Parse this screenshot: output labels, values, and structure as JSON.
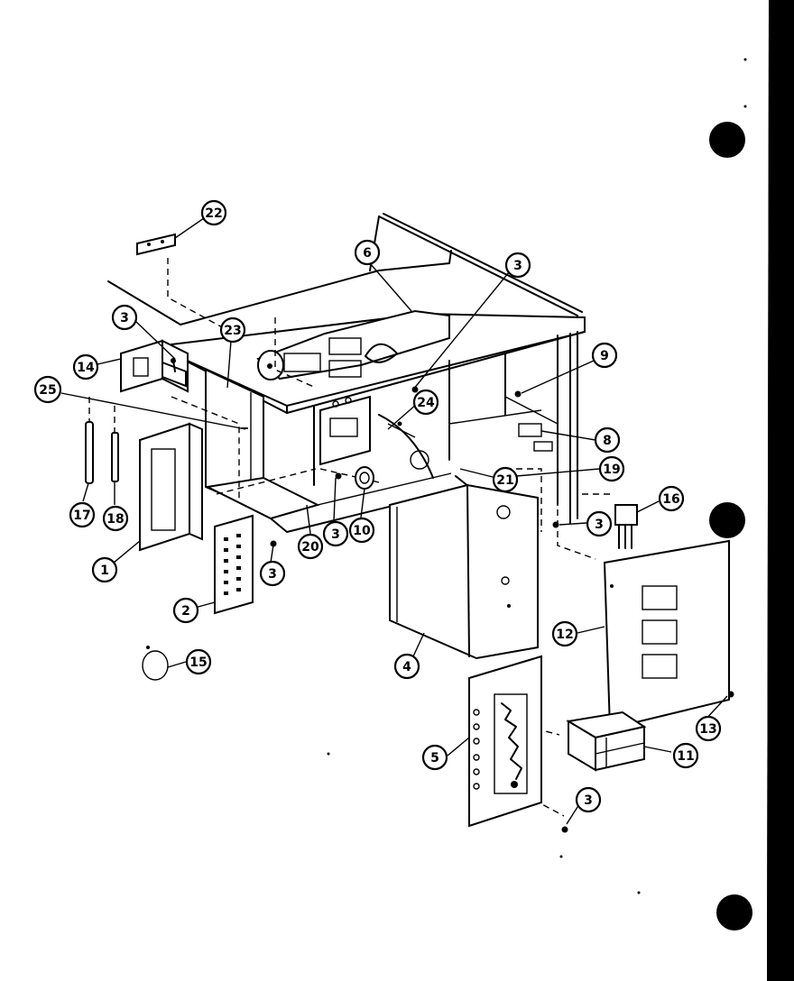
{
  "callouts": [
    {
      "id": "c22",
      "label": "22"
    },
    {
      "id": "c6",
      "label": "6"
    },
    {
      "id": "c3a",
      "label": "3"
    },
    {
      "id": "c3b",
      "label": "3"
    },
    {
      "id": "c23",
      "label": "23"
    },
    {
      "id": "c14",
      "label": "14"
    },
    {
      "id": "c25",
      "label": "25"
    },
    {
      "id": "c9",
      "label": "9"
    },
    {
      "id": "c24",
      "label": "24"
    },
    {
      "id": "c8",
      "label": "8"
    },
    {
      "id": "c21",
      "label": "21"
    },
    {
      "id": "c19",
      "label": "19"
    },
    {
      "id": "c17",
      "label": "17"
    },
    {
      "id": "c18",
      "label": "18"
    },
    {
      "id": "c1",
      "label": "1"
    },
    {
      "id": "c20",
      "label": "20"
    },
    {
      "id": "c3c",
      "label": "3"
    },
    {
      "id": "c10",
      "label": "10"
    },
    {
      "id": "c3d",
      "label": "3"
    },
    {
      "id": "c16",
      "label": "16"
    },
    {
      "id": "c3e",
      "label": "3"
    },
    {
      "id": "c2",
      "label": "2"
    },
    {
      "id": "c12",
      "label": "12"
    },
    {
      "id": "c4",
      "label": "4"
    },
    {
      "id": "c15",
      "label": "15"
    },
    {
      "id": "c13",
      "label": "13"
    },
    {
      "id": "c5",
      "label": "5"
    },
    {
      "id": "c11",
      "label": "11"
    },
    {
      "id": "c3f",
      "label": "3"
    }
  ]
}
